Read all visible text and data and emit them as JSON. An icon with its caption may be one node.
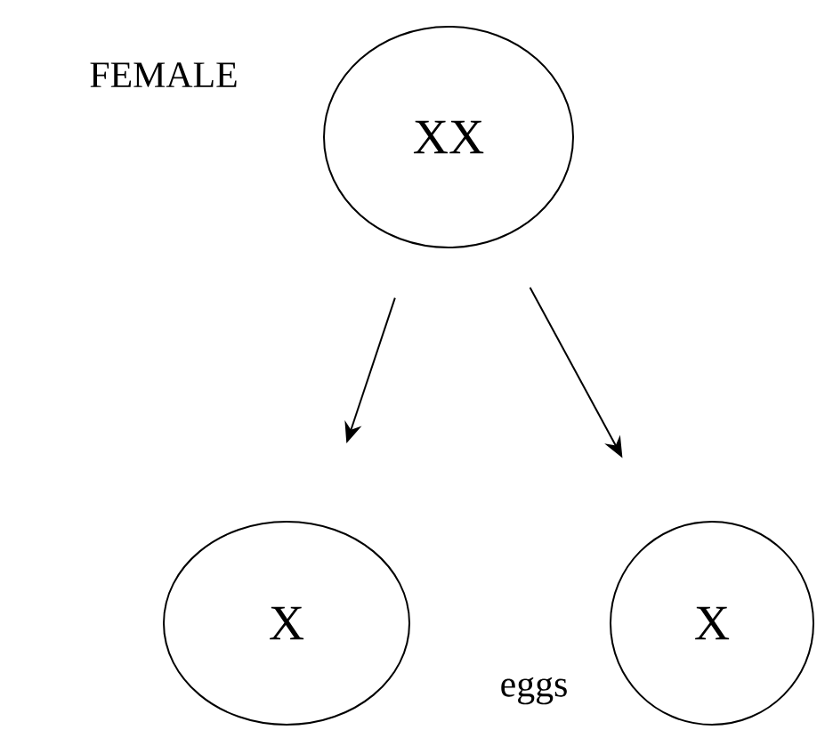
{
  "diagram": {
    "nodes": [
      {
        "text": [
          "XX"
        ],
        "beside": [
          "FEMALE"
        ]
      },
      {
        "text": [
          "X"
        ]
      },
      {
        "text": [
          "X"
        ]
      }
    ],
    "edges": [
      {
        "from": 0,
        "to": 1,
        "arrow": "to"
      },
      {
        "from": 0,
        "to": 2,
        "arrow": "to"
      }
    ],
    "labels": [
      "eggs"
    ]
  }
}
